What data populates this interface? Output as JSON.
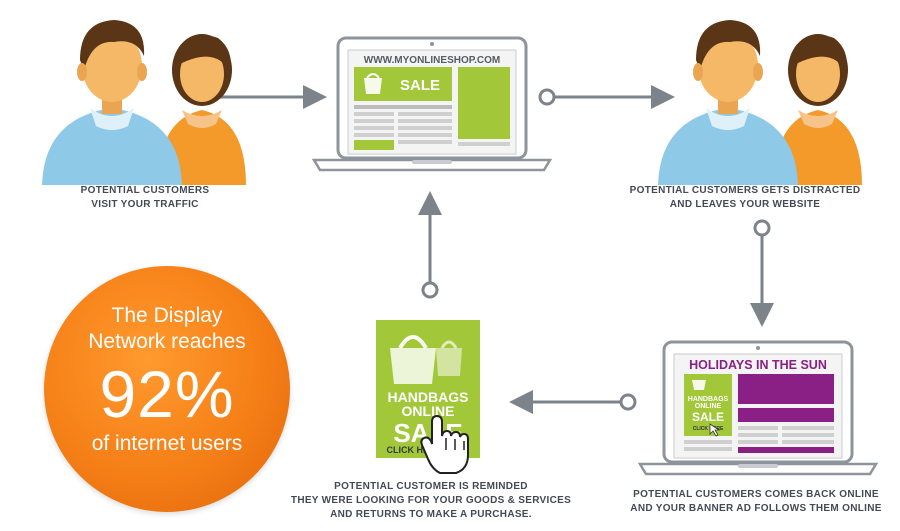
{
  "steps": {
    "visit": {
      "line1": "POTENTIAL CUSTOMERS",
      "line2": "VISIT YOUR TRAFFIC"
    },
    "leave": {
      "line1": "POTENTIAL CUSTOMERS GETS DISTRACTED",
      "line2": "AND LEAVES YOUR WEBSITE"
    },
    "back": {
      "line1": "POTENTIAL CUSTOMERS COMES BACK ONLINE",
      "line2": "AND YOUR BANNER AD FOLLOWS THEM ONLINE"
    },
    "reminded": {
      "line1": "POTENTIAL CUSTOMER IS REMINDED",
      "line2": "THEY WERE LOOKING FOR YOUR GOODS & SERVICES",
      "line3": "AND RETURNS TO MAKE A PURCHASE."
    }
  },
  "website": {
    "url": "WWW.MYONLINESHOP.COM",
    "sale": "SALE"
  },
  "banner_site": {
    "headline": "HOLIDAYS IN THE SUN",
    "ad_line1": "HANDBAGS",
    "ad_line2": "ONLINE",
    "ad_sale": "SALE",
    "ad_cta": "CLICK HERE"
  },
  "banner_ad": {
    "line1": "HANDBAGS",
    "line2": "ONLINE",
    "sale": "SALE",
    "cta": "CLICK HERE"
  },
  "badge": {
    "line1": "The Display",
    "line2": "Network reaches",
    "value": "92%",
    "line3": "of internet users"
  },
  "colors": {
    "green": "#a2c83a",
    "purple": "#8a1f86",
    "orange": "#f57f17",
    "skin": "#f4b866",
    "shirt_blue": "#8ec9e8",
    "shirt_orange": "#f39a2a",
    "hair": "#5a3516",
    "arrow": "#7d838a"
  }
}
